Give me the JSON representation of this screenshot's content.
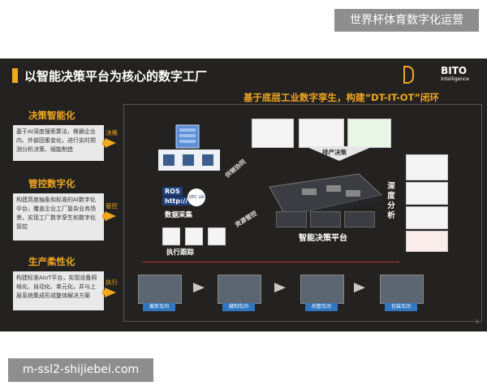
{
  "watermark_top": "世界杯体育数字化运营",
  "watermark_bottom": "m-ssl2-shijiebei.com",
  "slide": {
    "title": "以智能决策平台为核心的数字工厂",
    "logo_text": "BITO",
    "logo_sub": "Intelligence",
    "subtitle": "基于底层工业数字孪生，构建“DT-IT-OT”闭环",
    "sections": [
      {
        "title": "决策智能化",
        "text": "基于AI深度搜索算法，根据企业内、外部因素变化，进行实时预测分析决策、赋能制造",
        "arrow": "决策"
      },
      {
        "title": "管控数字化",
        "text": "构建高度抽象和标准的AI数字化中台，覆盖企业工厂复杂业务场景，实现工厂数字孪生和数字化管控",
        "arrow": "管控"
      },
      {
        "title": "生产柔性化",
        "text": "构建标准AIoT平台，实现设备网格化、自动化、单元化，并与上层系统集成形成整体解决方案",
        "arrow": "执行"
      }
    ],
    "diagram": {
      "supply_chain": "供销协同",
      "scheduling": "排产决策",
      "deep_analysis": "深度分析",
      "data_collection": "数据采集",
      "resource_control": "资源管控",
      "platform": "智能决策平台",
      "execution": "执行跟踪",
      "ros_label": "ROS",
      "http_label": "http://",
      "opc_label": "OPC UA"
    },
    "workshops": [
      "裁剪车间",
      "缝制车间",
      "后整车间",
      "包装车间"
    ],
    "page_number": "1"
  },
  "colors": {
    "accent": "#f1a720",
    "slide_bg": "#232220",
    "watermark_bg": "#8e8e8e",
    "box_bg": "#e9e9ea",
    "workshop_label": "#2f77c0"
  }
}
